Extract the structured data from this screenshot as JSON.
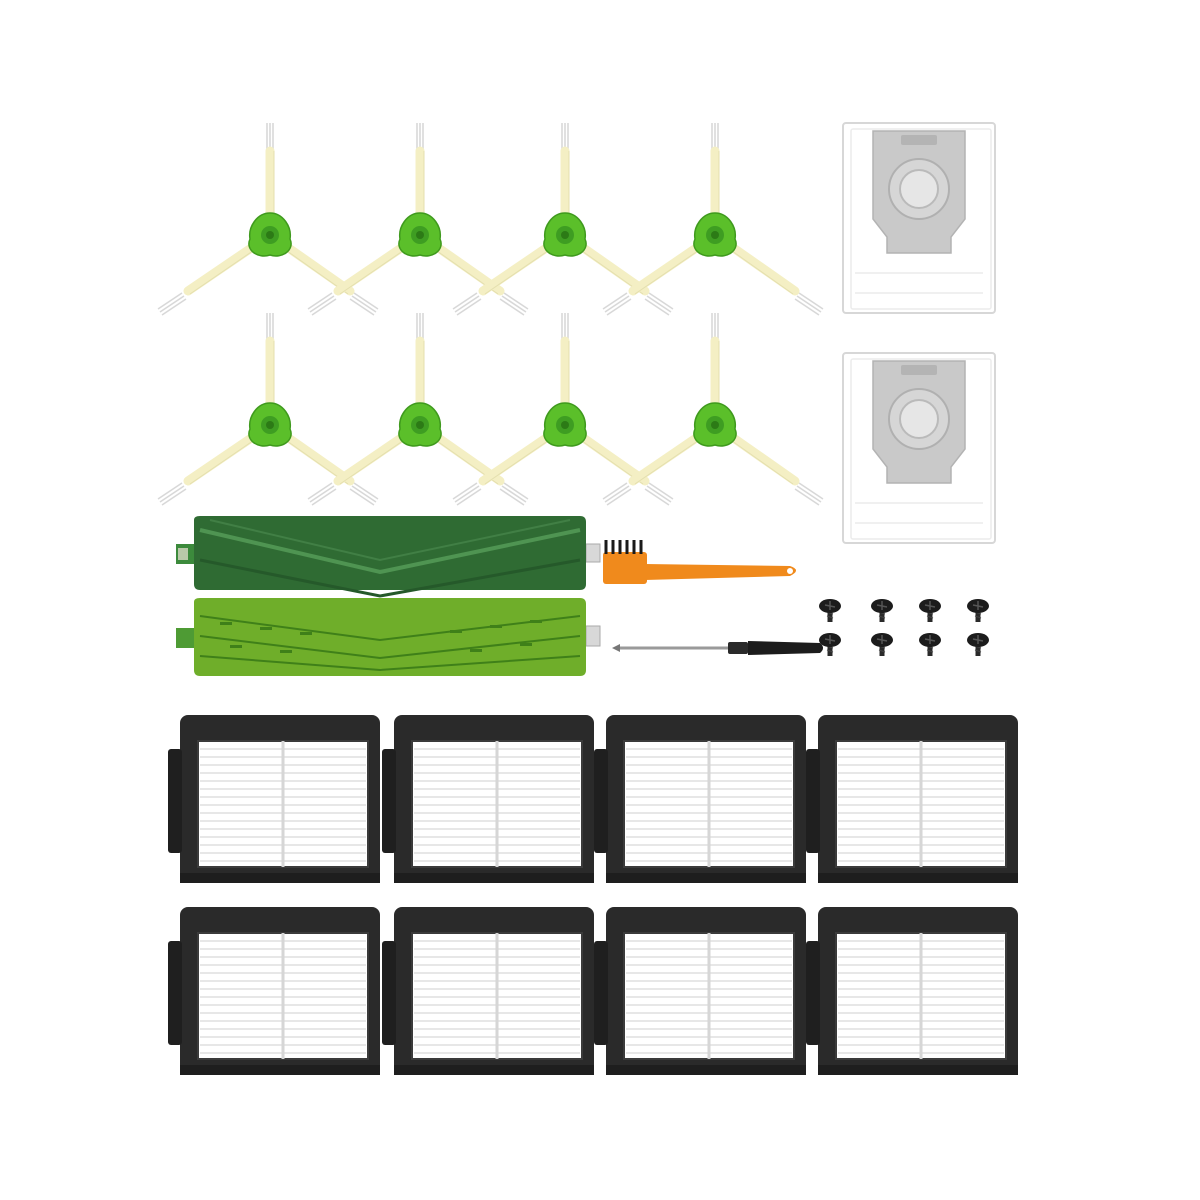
{
  "scene": {
    "kind": "product photo",
    "background_color": "#ffffff",
    "colors": {
      "brush_hub": "#5bbf2a",
      "brush_arm": "#f4efc4",
      "roller_dark": "#2f6b33",
      "roller_light": "#6fae2a",
      "filter_frame": "#2a2a2a",
      "bag_card": "#c9c9c9",
      "cleaning_tool": "#f08a1c",
      "screws": "#1c1c1c"
    }
  },
  "items": {
    "side_brushes": {
      "count": 8
    },
    "dust_bags": {
      "count": 2
    },
    "main_rollers": {
      "count": 2
    },
    "cleaning_tool": {
      "count": 1
    },
    "screwdriver": {
      "count": 1
    },
    "screws": {
      "count": 8
    },
    "hepa_filters": {
      "count": 8
    }
  }
}
